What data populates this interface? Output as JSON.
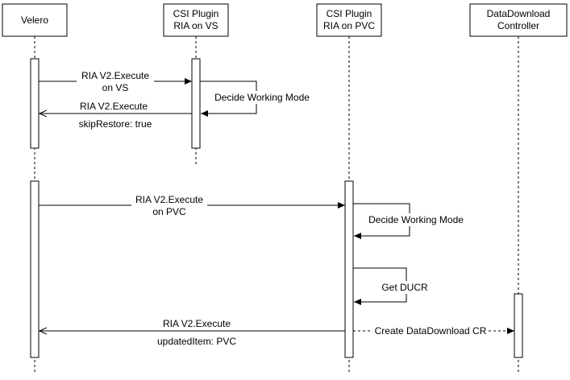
{
  "participants": [
    {
      "id": "velero",
      "lines": [
        "Velero"
      ]
    },
    {
      "id": "csi_vs",
      "lines": [
        "CSI Plugin",
        "RIA on VS"
      ]
    },
    {
      "id": "csi_pvc",
      "lines": [
        "CSI Plugin",
        "RIA on PVC"
      ]
    },
    {
      "id": "dd_ctrl",
      "lines": [
        "DataDownload",
        "Controller"
      ]
    }
  ],
  "messages": {
    "m1": [
      "RIA V2.Execute",
      "on VS"
    ],
    "m2": [
      "Decide Working Mode"
    ],
    "m3": [
      "RIA V2.Execute",
      "skipRestore: true"
    ],
    "m4": [
      "RIA V2.Execute",
      "on PVC"
    ],
    "m5": [
      "Decide Working Mode"
    ],
    "m6": [
      "Get DUCR"
    ],
    "m7": [
      "RIA V2.Execute",
      "updatedItem: PVC"
    ],
    "m8": [
      "Create DataDownload CR"
    ]
  },
  "colors": {
    "stroke": "#000000",
    "background": "#ffffff"
  }
}
